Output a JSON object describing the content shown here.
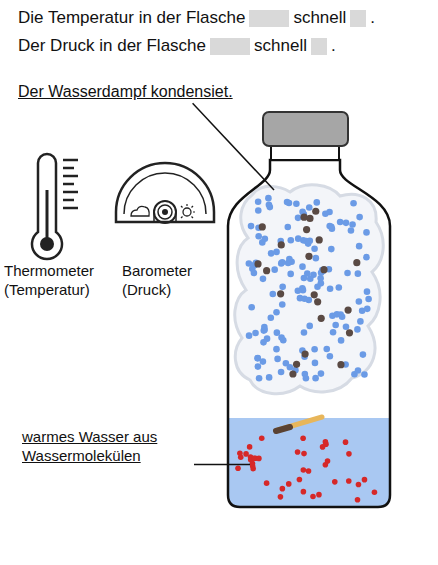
{
  "diagram": {
    "labels": [
      "Die Temperatur in der Flasche",
      "schnell",
      ".",
      "Der Druck in der Flasche",
      "schnell",
      ".",
      "Der Wasserdampf kondensiet.",
      "Thermometer (Temperatur)",
      "Barometer (Druck)",
      "warmes Wasser aus Wassermolekülen"
    ]
  }
}
